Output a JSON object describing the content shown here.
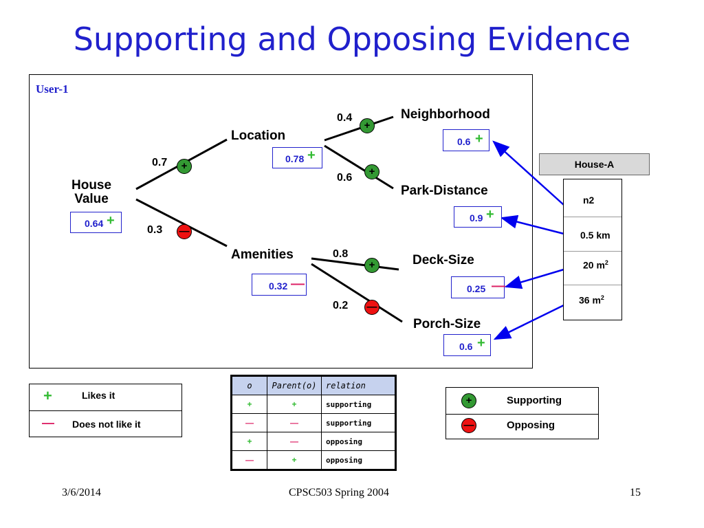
{
  "title": "Supporting and Opposing Evidence",
  "user_label": "User-1",
  "nodes": {
    "house_value_line1": "House",
    "house_value_line2": "Value",
    "location": "Location",
    "amenities": "Amenities",
    "neighborhood": "Neighborhood",
    "park_distance": "Park-Distance",
    "deck_size": "Deck-Size",
    "porch_size": "Porch-Size"
  },
  "weights": {
    "location": "0.7",
    "amenities": "0.3",
    "neighborhood": "0.4",
    "park_distance": "0.6",
    "deck_size": "0.8",
    "porch_size": "0.2"
  },
  "values": {
    "house_value": "0.64",
    "location": "0.78",
    "amenities": "0.32",
    "neighborhood": "0.6",
    "park_distance": "0.9",
    "deck_size": "0.25",
    "porch_size": "0.6"
  },
  "signs": {
    "plus": "+",
    "minus": "—"
  },
  "house_a": {
    "header": "House-A",
    "cells": [
      "n2",
      "0.5 km",
      "20 m",
      "36 m"
    ],
    "sup": "2"
  },
  "legend_likes": {
    "likes": "Likes it",
    "dislikes": "Does not like it"
  },
  "relation_table": {
    "headers": [
      "o",
      "Parent(o)",
      "relation"
    ],
    "rows": [
      {
        "o": "+",
        "parent": "+",
        "relation": "supporting"
      },
      {
        "o": "—",
        "parent": "—",
        "relation": "supporting"
      },
      {
        "o": "+",
        "parent": "—",
        "relation": "opposing"
      },
      {
        "o": "—",
        "parent": "+",
        "relation": "opposing"
      }
    ]
  },
  "legend_evidence": {
    "supporting": "Supporting",
    "opposing": "Opposing"
  },
  "colors": {
    "title": "#2020cc",
    "plus": "#33bb33",
    "minus": "#dd2266",
    "supporting_circle": "#339933",
    "opposing_circle": "#ee1111",
    "arrow": "#0000ee"
  },
  "footer": {
    "date": "3/6/2014",
    "course": "CPSC503 Spring 2004",
    "page": "15"
  }
}
